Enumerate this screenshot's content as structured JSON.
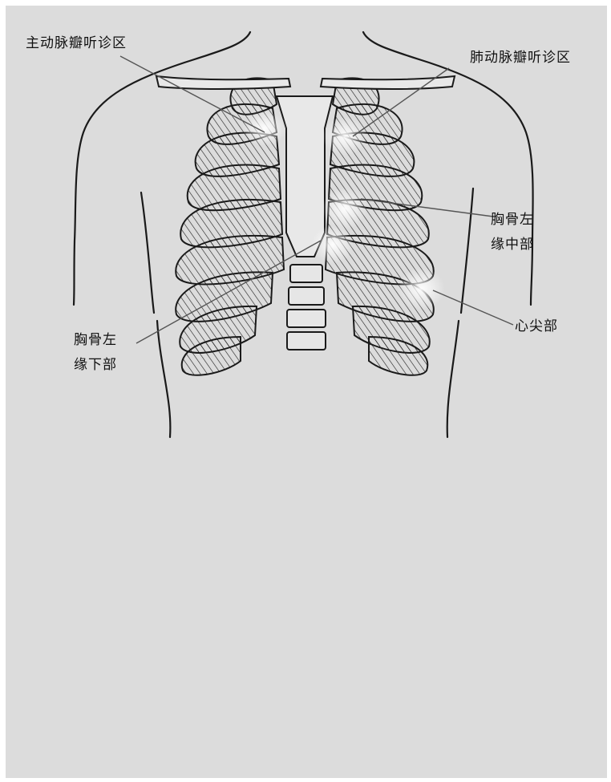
{
  "labels": {
    "aortic": "主动脉瓣听诊区",
    "pulmonary": "肺动脉瓣听诊区",
    "left_sternal_mid_line1": "胸骨左",
    "left_sternal_mid_line2": "缘中部",
    "apex": "心尖部",
    "left_sternal_lower_line1": "胸骨左",
    "left_sternal_lower_line2": "缘下部"
  },
  "colors": {
    "background": "#dcdcdc",
    "line": "#1a1a1a",
    "highlight": "#ffffff"
  }
}
